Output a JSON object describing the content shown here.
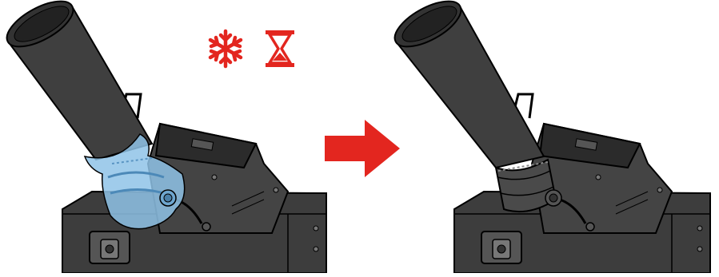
{
  "scene": {
    "left": {
      "device": "co2-cannon",
      "state": "frozen"
    },
    "right": {
      "device": "co2-cannon",
      "state": "thawed"
    }
  },
  "icons": [
    "snowflake-icon",
    "hourglass-icon",
    "arrow-right-icon"
  ],
  "colors": {
    "accent_red": "#e3261f",
    "ice_blue": "#8fc3e8",
    "device_dark": "#3a3a3a",
    "device_mid": "#4a4a4a",
    "outline": "#000000"
  }
}
